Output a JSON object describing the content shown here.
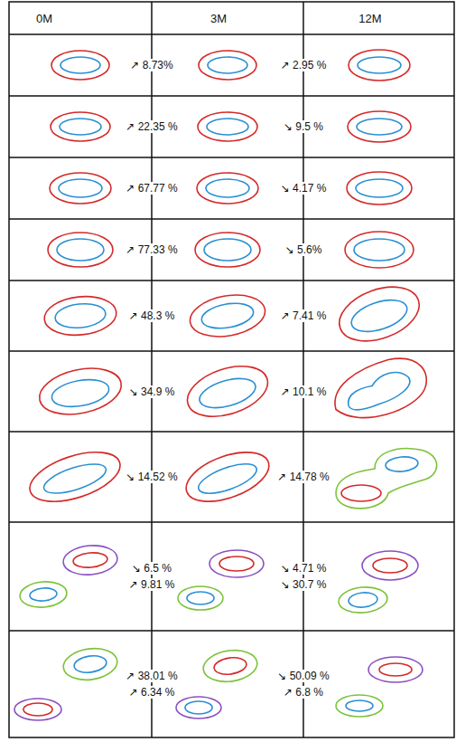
{
  "diagram": {
    "labels": [
      "0M",
      "3M",
      "12M",
      "↗ 8.73%",
      "↗ 2.95 %",
      "↗ 22.35 %",
      "↘ 9.5 %",
      "↗ 67.77 %",
      "↘ 4.17 %",
      "↗ 77.33 %",
      "↘ 5.6%",
      "↗ 48.3 %",
      "↗ 7.41 %",
      "↘ 34.9 %",
      "↗ 10.1 %",
      "↘ 14.52 %",
      "↗ 14.78 %",
      "↘ 6.5 %",
      "↗ 9.81 %",
      "↘ 4.71 %",
      "↘ 30.7 %",
      "↗ 38.01 %",
      "↗ 6.34 %",
      "↘ 50.09 %",
      "↗ 6.8 %"
    ]
  }
}
